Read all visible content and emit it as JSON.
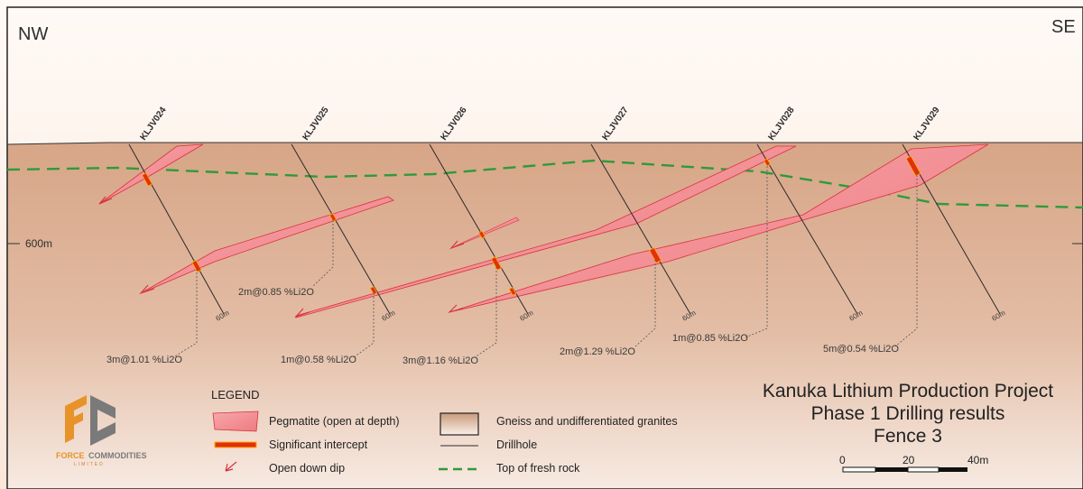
{
  "compass": {
    "left": "NW",
    "right": "SE"
  },
  "elevation_label": "600m",
  "drillholes": [
    {
      "id": "KLJV024",
      "depth_label": "60m"
    },
    {
      "id": "KLJV025",
      "depth_label": "60m"
    },
    {
      "id": "KLJV026",
      "depth_label": "60m"
    },
    {
      "id": "KLJV027",
      "depth_label": "60m"
    },
    {
      "id": "KLJV028",
      "depth_label": "60m"
    },
    {
      "id": "KLJV029",
      "depth_label": "60m"
    }
  ],
  "intercepts": [
    "3m@1.01 %Li2O",
    "2m@0.85 %Li2O",
    "1m@0.58 %Li2O",
    "3m@1.16 %Li2O",
    "2m@1.29 %Li2O",
    "1m@0.85 %Li2O",
    "5m@0.54 %Li2O"
  ],
  "legend": {
    "heading": "LEGEND",
    "pegmatite": "Pegmatite (open at depth)",
    "intercept": "Significant intercept",
    "open_dip": "Open down dip",
    "gneiss": "Gneiss and undifferentiated granites",
    "drillhole": "Drillhole",
    "fresh_rock": "Top of fresh rock"
  },
  "title": {
    "line1": "Kanuka Lithium Production Project",
    "line2": "Phase 1 Drilling results",
    "line3": "Fence 3"
  },
  "scale_bar": {
    "zero": "0",
    "mid": "20",
    "end": "40m"
  },
  "logo": {
    "name_part1": "FORCE",
    "name_part2": "COMMODITIES",
    "sub": "LIMITED"
  },
  "colors": {
    "ground": "#d8a888",
    "sky": "#fdf1ea",
    "pegmatite": "#f08088",
    "intercept": "#e03010",
    "fresh_rock": "#2f9a3a",
    "logo_orange": "#e8932a",
    "logo_grey": "#7a7a7a"
  }
}
